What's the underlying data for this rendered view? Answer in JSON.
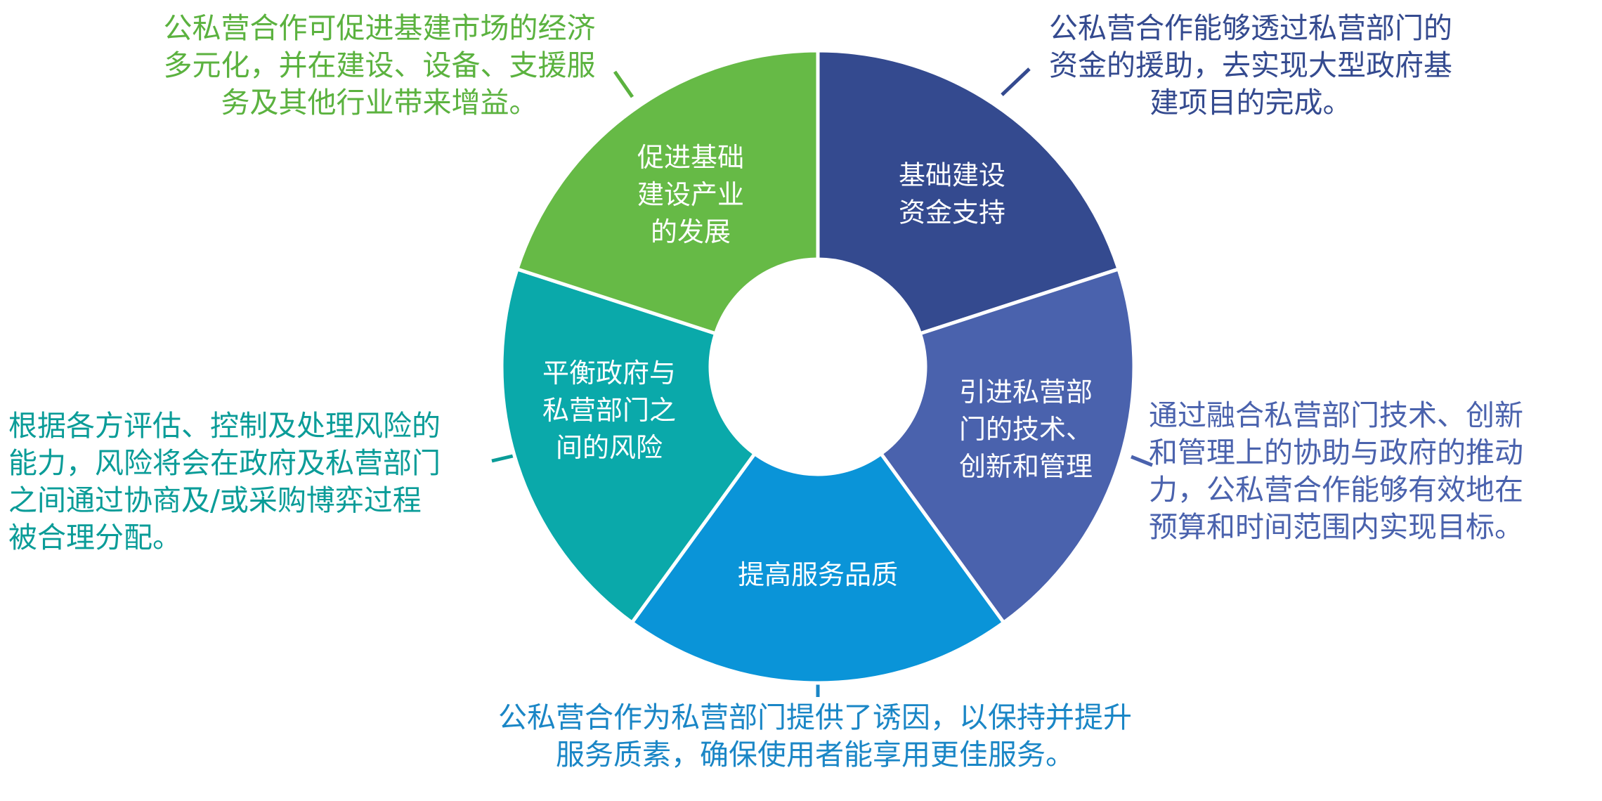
{
  "colors": {
    "funding": "#344a8f",
    "technology": "#4a62ad",
    "service": "#0a94d8",
    "risk": "#0aa9aa",
    "industry": "#66ba46",
    "center": "#ffffff",
    "note_funding": "#344a8f",
    "note_technology": "#4a62ad",
    "note_service": "#1a86c6",
    "note_risk": "#0a9c98",
    "note_industry": "#5bb23f"
  },
  "segments": [
    {
      "id": "funding",
      "lines": [
        "基础建设",
        "资金支持"
      ],
      "note": [
        "公私营合作能够透过私营部门的",
        "资金的援助，去实现大型政府基",
        "建项目的完成。"
      ]
    },
    {
      "id": "technology",
      "lines": [
        "引进私营部",
        "门的技术、",
        "创新和管理"
      ],
      "note": [
        "通过融合私营部门技术、创新",
        "和管理上的协助与政府的推动",
        "力，公私营合作能够有效地在",
        "预算和时间范围内实现目标。"
      ]
    },
    {
      "id": "service",
      "lines": [
        "提高服务品质"
      ],
      "note": [
        "公私营合作为私营部门提供了诱因，以保持并提升",
        "服务质素，确保使用者能享用更佳服务。"
      ]
    },
    {
      "id": "risk",
      "lines": [
        "平衡政府与",
        "私营部门之",
        "间的风险"
      ],
      "note": [
        "根据各方评估、控制及处理风险的",
        "能力，风险将会在政府及私营部门",
        "之间通过协商及/或采购博弈过程",
        "被合理分配。"
      ]
    },
    {
      "id": "industry",
      "lines": [
        "促进基础",
        "建设产业",
        "的发展"
      ],
      "note": [
        "公私营合作可促进基建市场的经济",
        "多元化，并在建设、设备、支援服",
        "务及其他行业带来增益。"
      ]
    }
  ]
}
